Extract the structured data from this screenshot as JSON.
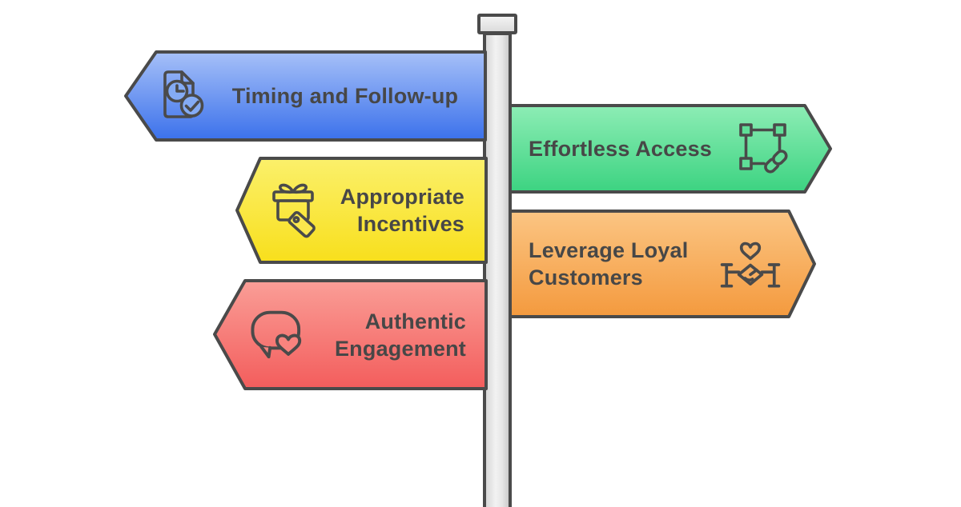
{
  "background_color": "#ffffff",
  "stroke_color": "#4a4a4a",
  "text_color": "#474747",
  "pole": {
    "fill": "#e9e9e9",
    "cap_fill": "#ededed"
  },
  "signs": [
    {
      "id": "timing-and-follow-up",
      "direction": "left",
      "label": "Timing and Follow-up",
      "lines": [
        "Timing and Follow-up"
      ],
      "icon": "document-clock-check-icon",
      "fill_top": "#A6C0F8",
      "fill_bottom": "#3B71EB",
      "icon_mask": "#84ABF4"
    },
    {
      "id": "effortless-access",
      "direction": "right",
      "label": "Effortless Access",
      "lines": [
        "Effortless Access"
      ],
      "icon": "selection-frame-link-icon",
      "fill_top": "#8DEDB5",
      "fill_bottom": "#3CD381",
      "icon_mask": "#5FDE97"
    },
    {
      "id": "appropriate-incentives",
      "direction": "left",
      "label": "Appropriate Incentives",
      "lines": [
        "Appropriate",
        "Incentives"
      ],
      "icon": "gift-with-tag-icon",
      "fill_top": "#FBF06B",
      "fill_bottom": "#F8DF1C",
      "icon_mask": "#FAE74D"
    },
    {
      "id": "leverage-loyal-customers",
      "direction": "right",
      "label": "Leverage Loyal Customers",
      "lines": [
        "Leverage Loyal",
        "Customers"
      ],
      "icon": "heart-handshake-icon",
      "fill_top": "#FBC583",
      "fill_bottom": "#F49A3E",
      "icon_mask": "#F8AE5F"
    },
    {
      "id": "authentic-engagement",
      "direction": "left",
      "label": "Authentic Engagement",
      "lines": [
        "Authentic",
        "Engagement"
      ],
      "icon": "speech-bubble-heart-icon",
      "fill_top": "#FA9E97",
      "fill_bottom": "#F35D5C",
      "icon_mask": "#F8837E"
    }
  ]
}
